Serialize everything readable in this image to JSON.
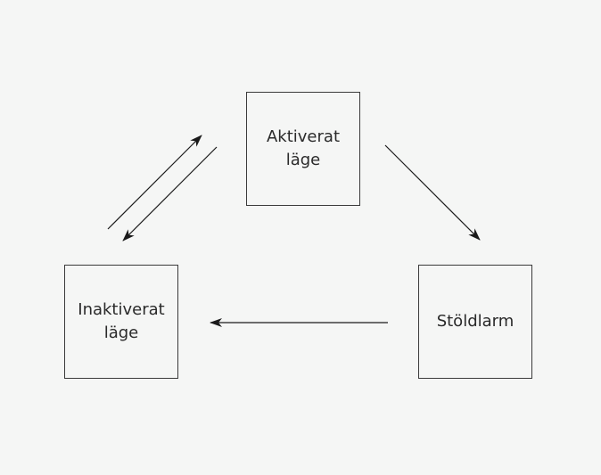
{
  "diagram": {
    "nodes": {
      "active": {
        "label": "Aktiverat\nläge"
      },
      "inactive": {
        "label": "Inaktiverat\nläge"
      },
      "alarm": {
        "label": "Stöldlarm"
      }
    },
    "edges": [
      {
        "from": "inactive",
        "to": "active"
      },
      {
        "from": "active",
        "to": "inactive"
      },
      {
        "from": "active",
        "to": "alarm"
      },
      {
        "from": "alarm",
        "to": "inactive"
      }
    ],
    "colors": {
      "background": "#f5f6f5",
      "stroke": "#3a3a3a",
      "text": "#2a2a2a"
    }
  }
}
